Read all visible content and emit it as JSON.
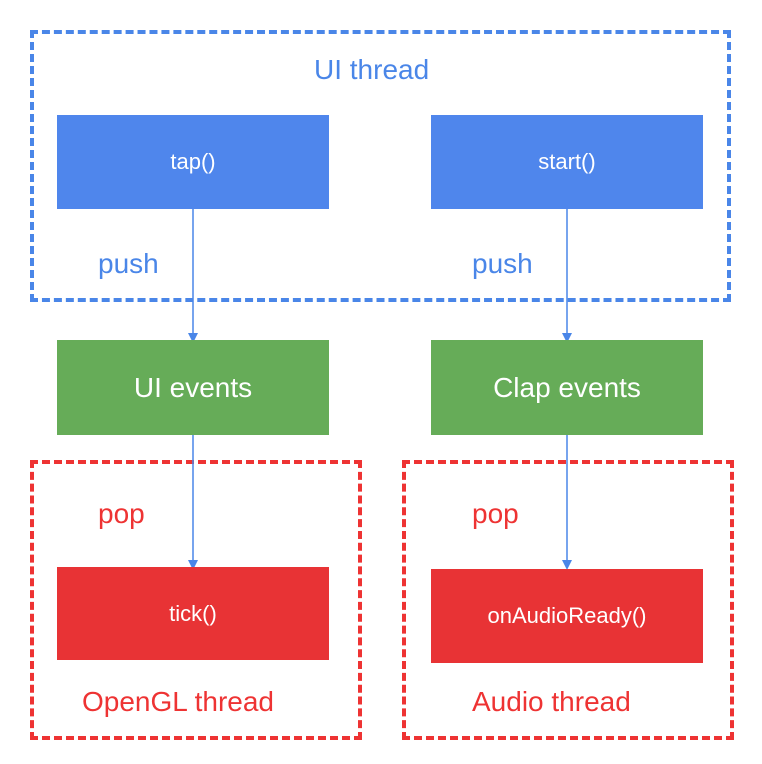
{
  "regions": {
    "ui_thread": "UI thread",
    "opengl_thread": "OpenGL thread",
    "audio_thread": "Audio thread"
  },
  "nodes": {
    "tap": "tap()",
    "start": "start()",
    "ui_events": "UI events",
    "clap_events": "Clap events",
    "tick": "tick()",
    "on_audio_ready": "onAudioReady()"
  },
  "edge_labels": {
    "push_left": "push",
    "push_right": "push",
    "pop_left": "pop",
    "pop_right": "pop"
  },
  "colors": {
    "ui_thread": "#4a86e8",
    "queue": "#66ac58",
    "consumer_thread": "#e83335",
    "arrow": "#4a86e8"
  }
}
